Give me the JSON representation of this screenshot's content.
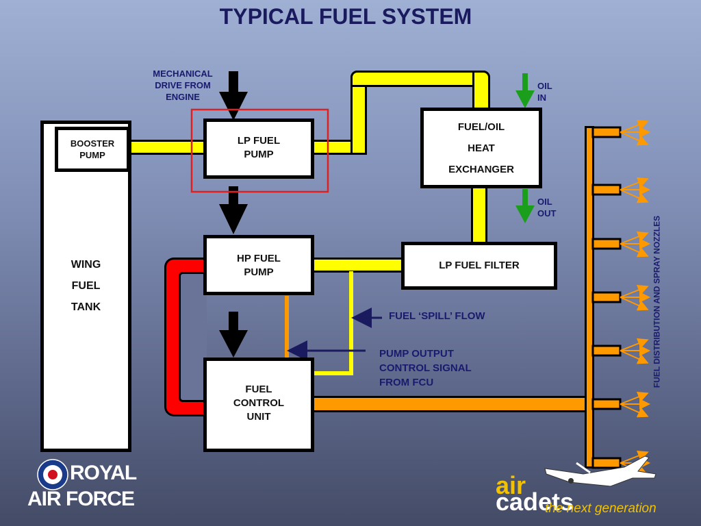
{
  "title": "TYPICAL FUEL SYSTEM",
  "boxes": {
    "booster_pump": "BOOSTER\nPUMP",
    "lp_fuel_pump": "LP FUEL\nPUMP",
    "hp_fuel_pump": "HP FUEL\nPUMP",
    "fuel_control_unit": "FUEL\nCONTROL\nUNIT",
    "fuel_oil_heat_exchanger": "FUEL/OIL\nHEAT\nEXCHANGER",
    "lp_fuel_filter": "LP FUEL FILTER",
    "wing_fuel_tank": "WING\nFUEL\nTANK"
  },
  "labels": {
    "mechanical_drive": "MECHANICAL\nDRIVE FROM\nENGINE",
    "oil_in": "OIL\nIN",
    "oil_out": "OIL\nOUT",
    "spill_flow": "FUEL ‘SPILL’ FLOW",
    "pump_output": "PUMP OUTPUT\nCONTROL SIGNAL\nFROM FCU",
    "distribution": "FUEL DISTRIBUTION AND SPRAY NOZZLES"
  },
  "logos": {
    "raf_line1": "ROYAL",
    "raf_line2": "AIR FORCE",
    "cadets_air": "air",
    "cadets_cadets": "cadets",
    "cadets_tagline": "the next generation"
  },
  "colors": {
    "low_pressure_fuel": "#ffff00",
    "metered_fuel": "#ff9900",
    "high_pressure_fuel": "#ff0000",
    "oil_arrow": "#22aa22",
    "highlight": "#e02020",
    "title": "#1a1a5e"
  }
}
